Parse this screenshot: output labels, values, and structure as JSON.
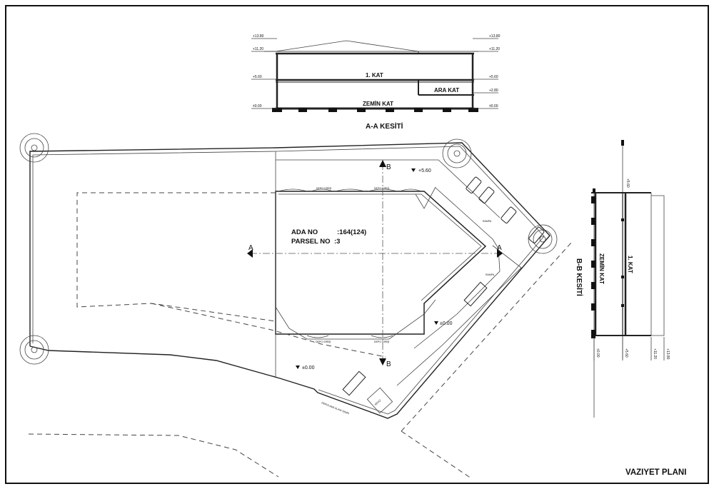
{
  "drawing_title": "VAZIYET PLANI",
  "section_aa": {
    "title": "A-A KESİTİ",
    "floors": {
      "first": "1. KAT",
      "mezzanine": "ARA KAT",
      "ground": "ZEMİN KAT"
    },
    "levels": {
      "top": "+13.80",
      "eave": "+11.20",
      "first": "+5.60",
      "mezz": "+2.80",
      "ground": "±0.00"
    }
  },
  "section_bb": {
    "title": "B-B KESİTİ",
    "floors": {
      "first": "1. KAT",
      "ground": "ZEMİN KAT"
    },
    "levels": {
      "top": "+13.80",
      "eave": "+11.20",
      "first": "+5.60",
      "ground": "±0.00"
    }
  },
  "site_plan": {
    "parcel": {
      "ada_label": "ADA NO",
      "ada_value": ":164(124)",
      "parsel_label": "PARSEL NO",
      "parsel_value": ":3"
    },
    "section_marks": {
      "a": "A",
      "b": "B"
    },
    "elevations": {
      "upper": "+5.60",
      "lower_right": "±0.00",
      "lower_left": "±0.00"
    },
    "small_labels": {
      "depo_top_1": "DEPO GİRİŞİ",
      "depo_top_2": "DEPO GİRİŞİ",
      "depo_bottom_1": "DEPO GİRİŞİ",
      "depo_bottom_2": "DEPO GİRİŞİ",
      "rampa_1": "RAMPA",
      "rampa_2": "RAMPA",
      "boundary": "DEPOLAMA ALANI SINIRI",
      "booth": "BEKÇİ"
    }
  }
}
